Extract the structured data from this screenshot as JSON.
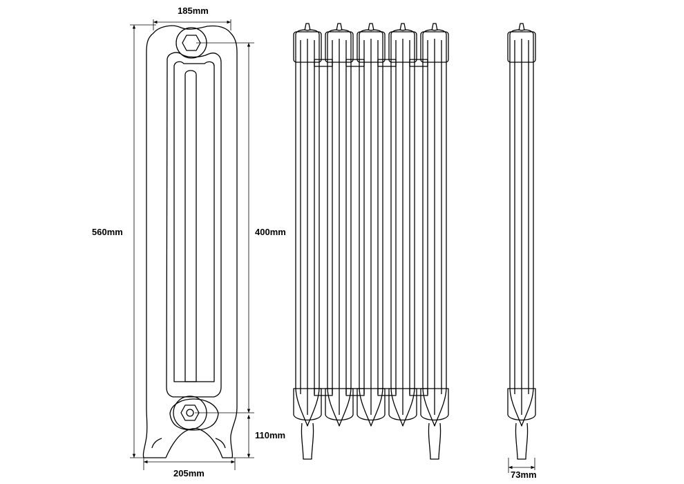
{
  "dimensions": {
    "top_width": "185mm",
    "bottom_width": "205mm",
    "total_height": "560mm",
    "centres_height": "400mm",
    "floor_to_centre": "110mm",
    "depth": "73mm"
  },
  "colors": {
    "line": "#000000",
    "background": "#ffffff"
  }
}
